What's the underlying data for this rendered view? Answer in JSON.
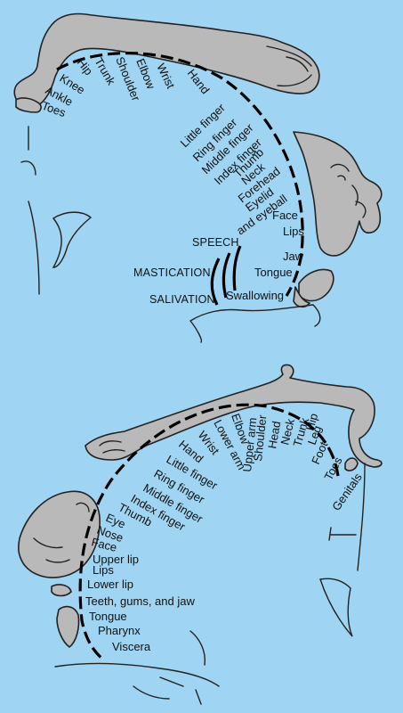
{
  "colors": {
    "background": "#9fd4f2",
    "body_fill": "#b9b9b9",
    "outline": "#222222"
  },
  "motor": {
    "body_parts": [
      "Toes",
      "Ankle",
      "Knee",
      "Hip",
      "Trunk",
      "Shoulder",
      "Elbow",
      "Wrist",
      "Hand",
      "Little finger",
      "Ring finger",
      "Middle finger",
      "Index finger",
      "Thumb",
      "Neck",
      "Forehead",
      "Eyelid",
      "and eyeball",
      "Face",
      "Lips",
      "Jaw",
      "Tongue",
      "Swallowing"
    ],
    "functions": [
      "SPEECH",
      "MASTICATION",
      "SALIVATION"
    ]
  },
  "sensory": {
    "body_parts": [
      "Genitals",
      "Toes",
      "Foot",
      "Leg",
      "Hip",
      "Trunk",
      "Neck",
      "Head",
      "Shoulder",
      "Upper arm",
      "Elbow",
      "Lower arm",
      "Wrist",
      "Hand",
      "Little finger",
      "Ring finger",
      "Middle finger",
      "Index finger",
      "Thumb",
      "Eye",
      "Nose",
      "Face",
      "Upper lip",
      "Lips",
      "Lower lip",
      "Teeth, gums, and jaw",
      "Tongue",
      "Pharynx",
      "Viscera"
    ]
  }
}
